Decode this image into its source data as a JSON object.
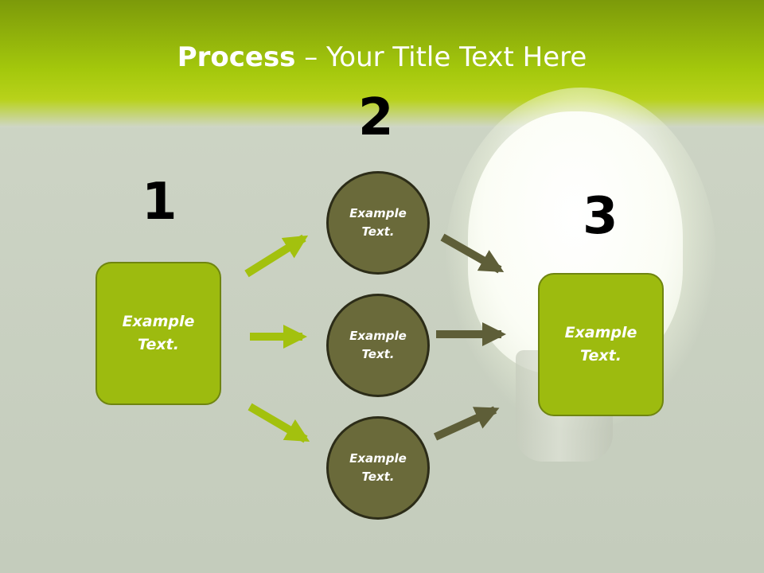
{
  "title": {
    "bold": "Process",
    "rest": " – Your Title Text Here"
  },
  "steps": {
    "one": "1",
    "two": "2",
    "three": "3"
  },
  "left_box": {
    "text": "Example\nText."
  },
  "circles": [
    {
      "text": "Example\nText."
    },
    {
      "text": "Example\nText."
    },
    {
      "text": "Example\nText."
    }
  ],
  "right_box": {
    "text": "Example\nText."
  },
  "colors": {
    "accent_green": "#9dbb0f",
    "circle_olive": "#6a6a3a",
    "dark_arrow": "#5e5e38",
    "light_arrow": "#a3c10e"
  }
}
